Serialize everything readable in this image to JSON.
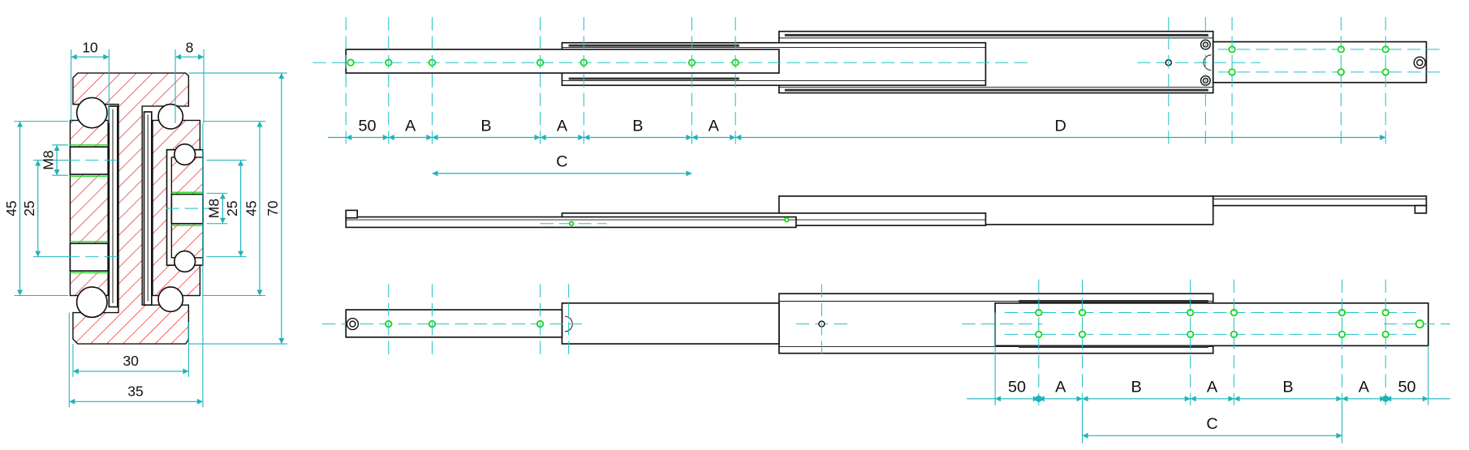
{
  "cross_section": {
    "dims": {
      "top_left": "10",
      "top_right": "8",
      "left_outer": "45",
      "left_inner": "25",
      "left_thread": "M8",
      "right_thread": "M8",
      "right_inner": "25",
      "right_outer": "45",
      "height": "70",
      "width_inner": "30",
      "width_outer": "35"
    }
  },
  "top_view": {
    "dims": [
      "50",
      "A",
      "B",
      "A",
      "B",
      "A",
      "D"
    ],
    "span": "C"
  },
  "bottom_view": {
    "dims": [
      "50",
      "A",
      "B",
      "A",
      "B",
      "A",
      "50"
    ],
    "span": "C"
  },
  "colors": {
    "dimension": "#1fb3b8",
    "centerline": "#22c4c9",
    "hatch": "#ff2020",
    "hole_highlight": "#1bd81b"
  }
}
